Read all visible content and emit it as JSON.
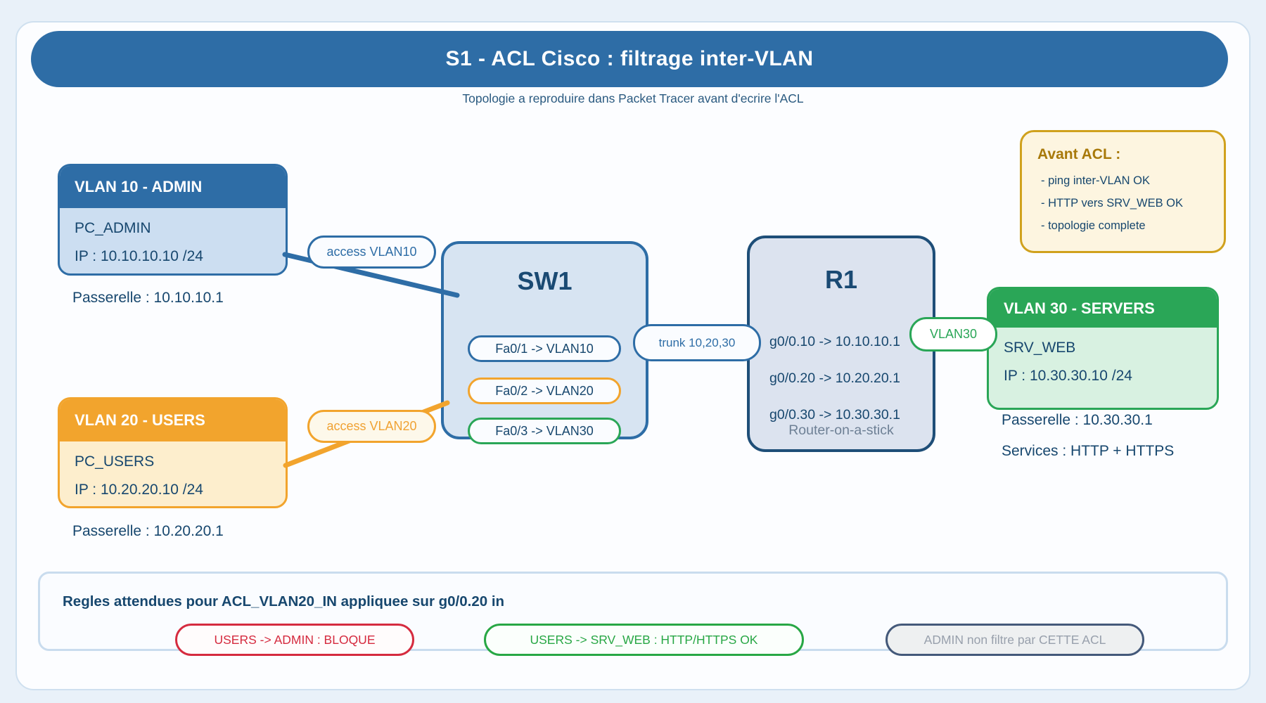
{
  "header": {
    "title": "S1 - ACL Cisco : filtrage inter-VLAN",
    "subtitle": "Topologie a reproduire dans Packet Tracer avant d'ecrire l'ACL"
  },
  "nodes": {
    "vlan10": {
      "title": "VLAN 10 - ADMIN",
      "host": "PC_ADMIN",
      "ip": "IP : 10.10.10.10 /24",
      "gateway": "Passerelle : 10.10.10.1"
    },
    "vlan20": {
      "title": "VLAN 20 - USERS",
      "host": "PC_USERS",
      "ip": "IP : 10.20.20.10 /24",
      "gateway": "Passerelle : 10.20.20.1"
    },
    "vlan30": {
      "title": "VLAN 30 - SERVERS",
      "host": "SRV_WEB",
      "ip": "IP : 10.30.30.10 /24",
      "gateway": "Passerelle : 10.30.30.1",
      "services": "Services : HTTP + HTTPS"
    },
    "sw1": {
      "title": "SW1",
      "ports": [
        "Fa0/1 -> VLAN10",
        "Fa0/2 -> VLAN20",
        "Fa0/3 -> VLAN30"
      ]
    },
    "r1": {
      "title": "R1",
      "subinterfaces": [
        "g0/0.10 -> 10.10.10.1",
        "g0/0.20 -> 10.20.20.1",
        "g0/0.30 -> 10.30.30.1"
      ],
      "caption": "Router-on-a-stick"
    }
  },
  "links": {
    "access_vlan10": "access VLAN10",
    "access_vlan20": "access VLAN20",
    "trunk": "trunk 10,20,30",
    "vlan30": "VLAN30"
  },
  "note_avant_acl": {
    "title": "Avant ACL :",
    "items": [
      "- ping inter-VLAN OK",
      "- HTTP vers SRV_WEB OK",
      "- topologie complete"
    ]
  },
  "rules": {
    "heading": "Regles attendues pour ACL_VLAN20_IN appliquee sur g0/0.20 in",
    "blocked": "USERS -> ADMIN : BLOQUE",
    "allowed": "USERS -> SRV_WEB : HTTP/HTTPS OK",
    "neutral": "ADMIN non filtre par CETTE ACL"
  },
  "colors": {
    "blue": "#2e6da6",
    "navy": "#1e4e78",
    "orange": "#f2a42d",
    "green": "#2aa657",
    "gold": "#d0a11d",
    "red": "#d52b3f",
    "rule_green": "#28a745",
    "slate": "#44597a",
    "text": "#17476e"
  }
}
